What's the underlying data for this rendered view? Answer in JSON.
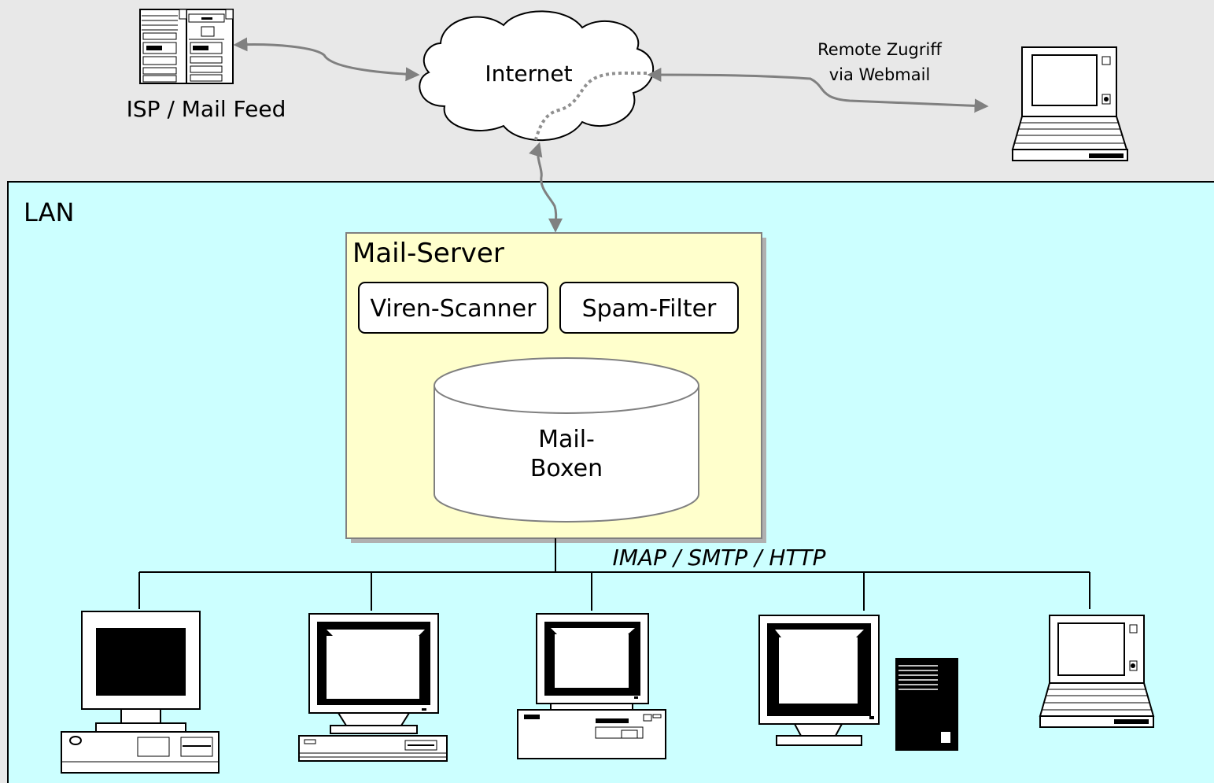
{
  "internet": {
    "label": "Internet"
  },
  "isp": {
    "label": "ISP / Mail Feed"
  },
  "remote": {
    "line1": "Remote Zugriff",
    "line2": "via Webmail"
  },
  "lan": {
    "label": "LAN"
  },
  "mail_server": {
    "title": "Mail-Server",
    "modules": [
      "Viren-Scanner",
      "Spam-Filter"
    ],
    "storage": {
      "line1": "Mail-",
      "line2": "Boxen"
    }
  },
  "network": {
    "protocols": "IMAP / SMTP / HTTP"
  },
  "colors": {
    "outer_bg": "#e8e8e8",
    "lan_bg": "#ccffff",
    "server_bg": "#ffffcc",
    "arrow": "#808080"
  },
  "icons": [
    "server-rack-icon",
    "cloud-icon",
    "laptop-icon",
    "desktop-computer-icon",
    "tower-computer-icon"
  ]
}
